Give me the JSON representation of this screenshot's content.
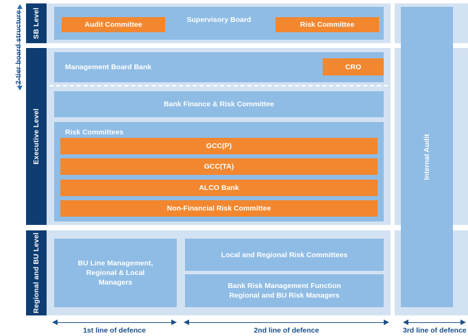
{
  "annotations": {
    "tier_structure": "2-tier board structure"
  },
  "levels": [
    {
      "id": "sb",
      "label": "SB Level"
    },
    {
      "id": "executive",
      "label": "Executive Level"
    },
    {
      "id": "regional",
      "label": "Regional and BU Level"
    }
  ],
  "sb_level": {
    "board_title": "Supervisory Board",
    "committees": [
      {
        "label": "Audit Committee"
      },
      {
        "label": "Risk Committee"
      }
    ]
  },
  "executive_level": {
    "management_board": {
      "label": "Management Board Bank",
      "cro": "CRO"
    },
    "bank_finance_risk_committee": "Bank Finance & Risk Committee",
    "risk_committees": {
      "title": "Risk Committees",
      "items": [
        {
          "label": "GCC(P)"
        },
        {
          "label": "GCC(TA)"
        },
        {
          "label": "ALCO Bank"
        },
        {
          "label": "Non-Financial Risk Committee"
        }
      ]
    }
  },
  "regional_level": {
    "bu_line_management": "BU Line Management,\nRegional & Local\nManagers",
    "local_regional_risk_committees": "Local and Regional Risk Committees",
    "bank_risk_management": "Bank Risk Management Function\nRegional and BU Risk Managers"
  },
  "internal_audit": {
    "label": "Internal Audit"
  },
  "lines_of_defence": [
    {
      "label": "1st line of defence"
    },
    {
      "label": "2nd line of defence"
    },
    {
      "label": "3rd line of defence"
    }
  ],
  "colors": {
    "navy": "#0f3d72",
    "pale_blue": "#d3e2f3",
    "mid_blue": "#8fbce4",
    "orange": "#f2872f",
    "accent_text": "#1b4f8a",
    "white": "#ffffff"
  }
}
